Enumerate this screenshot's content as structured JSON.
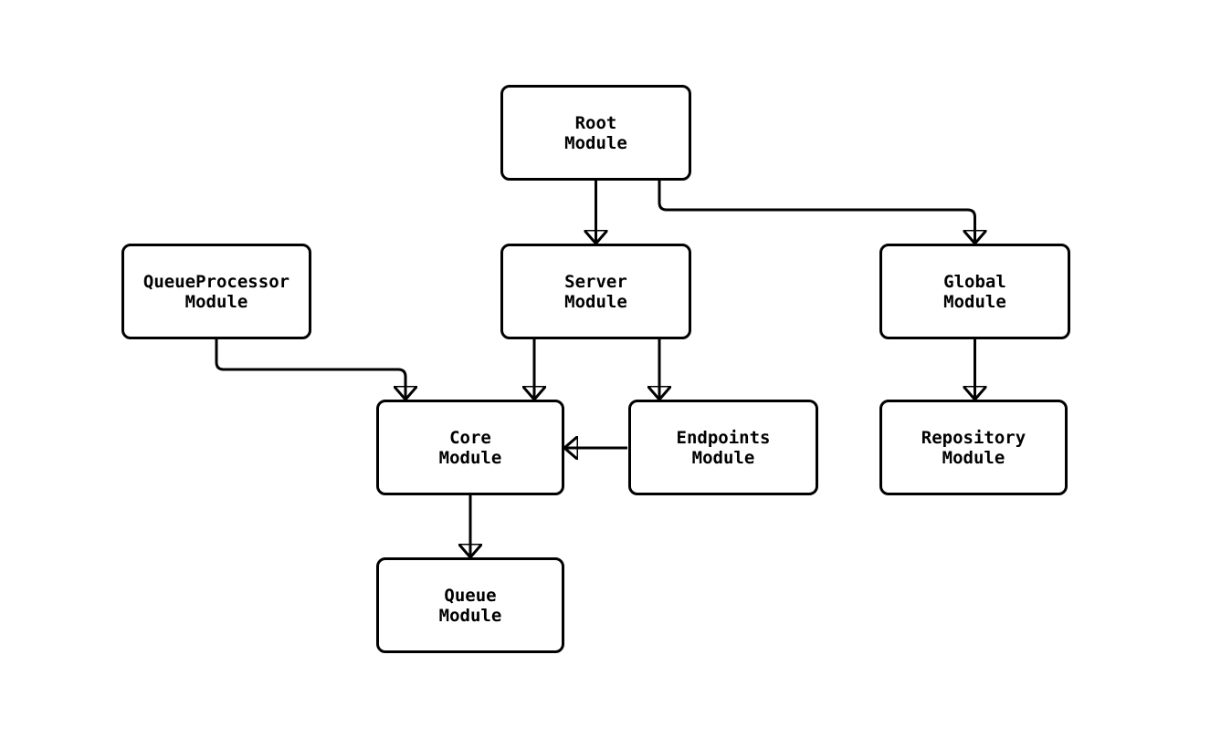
{
  "diagram": {
    "type": "module-dependency-flowchart",
    "nodes": {
      "root": {
        "line1": "Root",
        "line2": "Module"
      },
      "queueprocessor": {
        "line1": "QueueProcessor",
        "line2": "Module"
      },
      "server": {
        "line1": "Server",
        "line2": "Module"
      },
      "global": {
        "line1": "Global",
        "line2": "Module"
      },
      "core": {
        "line1": "Core",
        "line2": "Module"
      },
      "endpoints": {
        "line1": "Endpoints",
        "line2": "Module"
      },
      "repository": {
        "line1": "Repository",
        "line2": "Module"
      },
      "queue": {
        "line1": "Queue",
        "line2": "Module"
      }
    },
    "edges": [
      {
        "from": "root",
        "to": "server"
      },
      {
        "from": "root",
        "to": "global"
      },
      {
        "from": "queueprocessor",
        "to": "core"
      },
      {
        "from": "server",
        "to": "core"
      },
      {
        "from": "server",
        "to": "endpoints"
      },
      {
        "from": "endpoints",
        "to": "core"
      },
      {
        "from": "global",
        "to": "repository"
      },
      {
        "from": "core",
        "to": "queue"
      }
    ],
    "colors": {
      "line": "#000000",
      "node_fill": "#ffffff",
      "node_border": "#000000",
      "background": "#ffffff"
    }
  }
}
